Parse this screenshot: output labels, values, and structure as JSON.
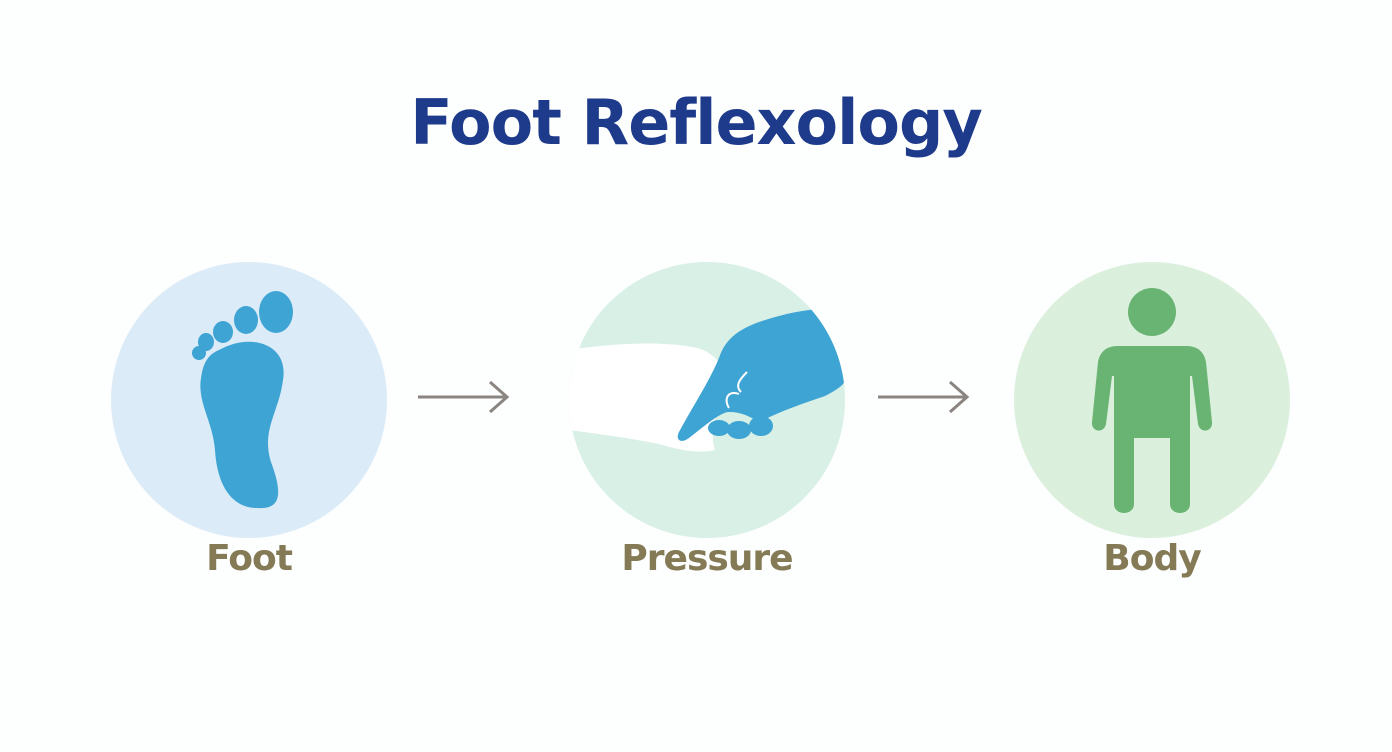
{
  "title": "Foot Reflexology",
  "steps": [
    {
      "label": "Foot",
      "icon": "footprint-icon",
      "color": "#dcebf8",
      "icon_color": "#3ea4d4"
    },
    {
      "label": "Pressure",
      "icon": "pressing-hand-icon",
      "color": "#d8f0e6",
      "icon_color": "#3ea4d4"
    },
    {
      "label": "Body",
      "icon": "person-icon",
      "color": "#daf0dd",
      "icon_color": "#69b373"
    }
  ],
  "arrows": [
    {
      "icon": "arrow-right-icon",
      "color": "#8a8580"
    },
    {
      "icon": "arrow-right-icon",
      "color": "#8a8580"
    }
  ],
  "colors": {
    "title": "#1e3a8a",
    "label": "#847a55"
  }
}
